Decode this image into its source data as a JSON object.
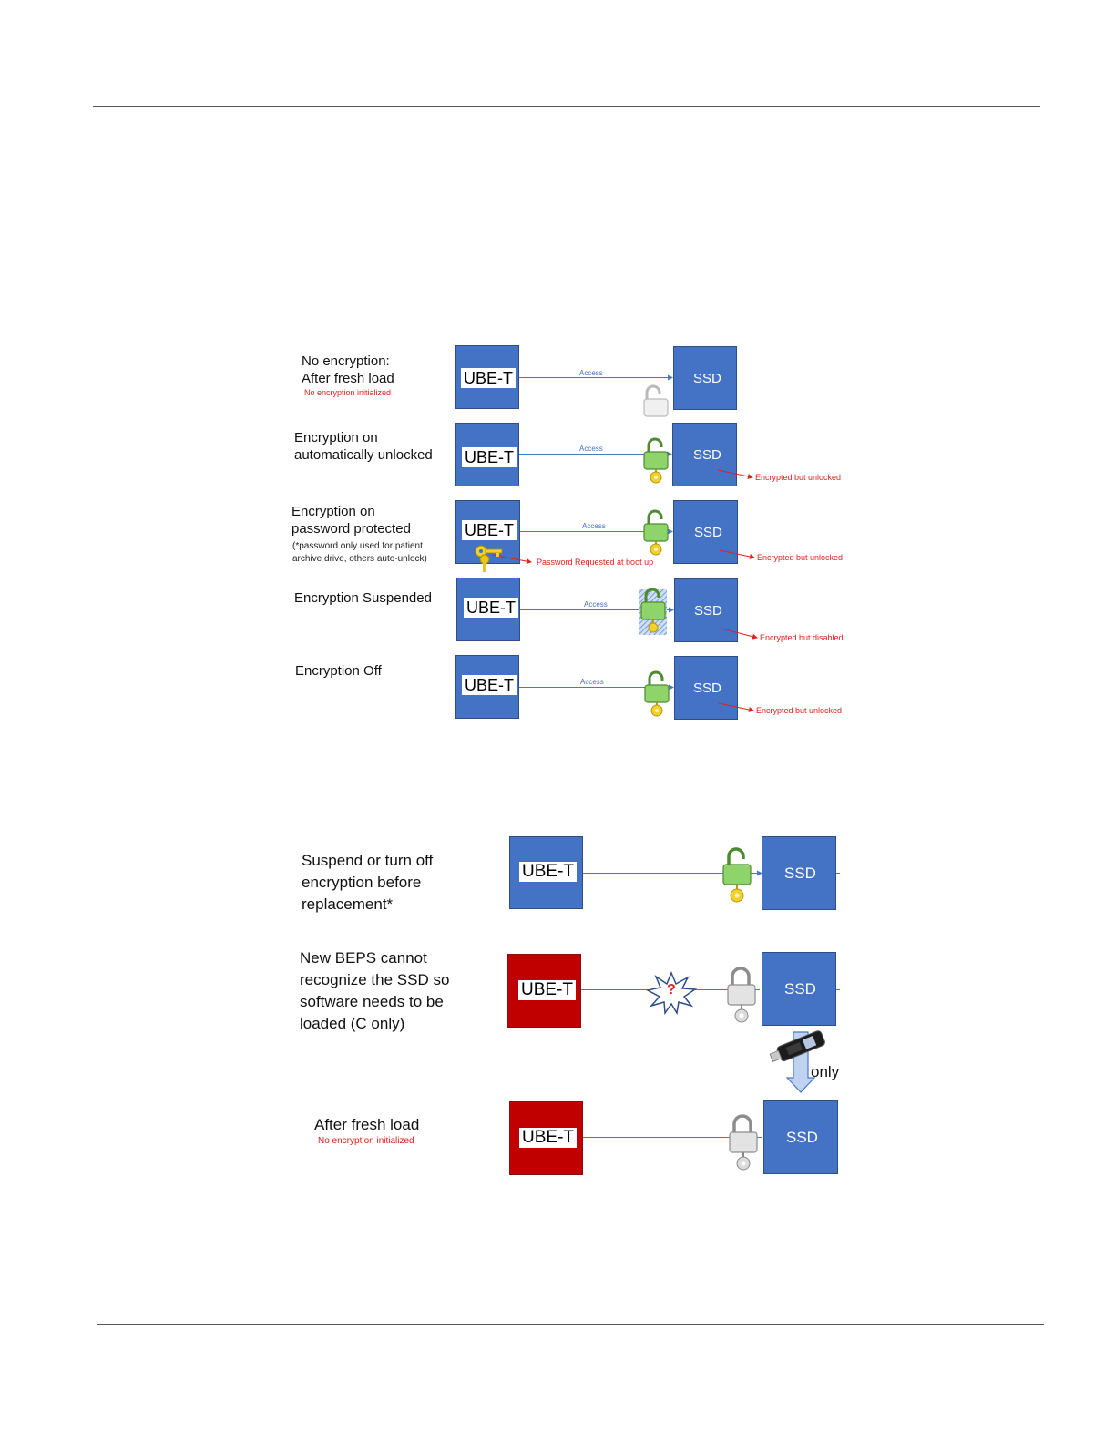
{
  "colors": {
    "blue_box": "#4472c4",
    "red_box": "#c00000",
    "red_text": "#e2211c",
    "wire": "#4a78c8",
    "lock_green": "#8ed46a",
    "lock_grey": "#d7d7d7",
    "key_yellow": "#f2d12b"
  },
  "box_label": "UBE-T",
  "ssd_label": "SSD",
  "access_label": "Access",
  "section1": {
    "rows": [
      {
        "title_lines": [
          "No encryption:",
          "After fresh load"
        ],
        "subtitle": "No encryption initialized",
        "note_lines": [],
        "lock": "grey-open-lock-icon",
        "status": "",
        "extra": ""
      },
      {
        "title_lines": [
          "Encryption on",
          "automatically unlocked"
        ],
        "subtitle": "",
        "note_lines": [],
        "lock": "green-open-lock-with-key-icon",
        "status": "Encrypted but unlocked",
        "extra": ""
      },
      {
        "title_lines": [
          "Encryption on",
          "password protected"
        ],
        "subtitle": "",
        "note_lines": [
          "(*password only used for patient",
          "archive drive, others auto-unlock)"
        ],
        "lock": "green-open-lock-with-key-icon",
        "status": "Encrypted but unlocked",
        "extra": "Password Requested at boot up"
      },
      {
        "title_lines": [
          "Encryption Suspended"
        ],
        "subtitle": "",
        "note_lines": [],
        "lock": "green-open-lock-hatched-icon",
        "status": "Encrypted but disabled",
        "extra": ""
      },
      {
        "title_lines": [
          "Encryption Off"
        ],
        "subtitle": "",
        "note_lines": [],
        "lock": "green-open-lock-with-key-icon",
        "status": "Encrypted but unlocked",
        "extra": ""
      }
    ]
  },
  "section2": {
    "rows": [
      {
        "title_lines": [
          "Suspend or turn off",
          "encryption before",
          "replacement*"
        ],
        "subtitle": "",
        "box_color": "blue",
        "lock": "green-open-lock-with-key-icon"
      },
      {
        "title_lines": [
          "New BEPS cannot",
          "recognize the SSD so",
          "software needs to be",
          "loaded (C only)"
        ],
        "subtitle": "",
        "box_color": "red",
        "lock": "grey-lock-with-key-icon",
        "burst_label": "?"
      },
      {
        "title_lines": [
          "After fresh load"
        ],
        "subtitle": "No encryption initialized",
        "box_color": "red",
        "lock": "grey-lock-with-key-icon"
      }
    ],
    "usb_label": "C only"
  }
}
